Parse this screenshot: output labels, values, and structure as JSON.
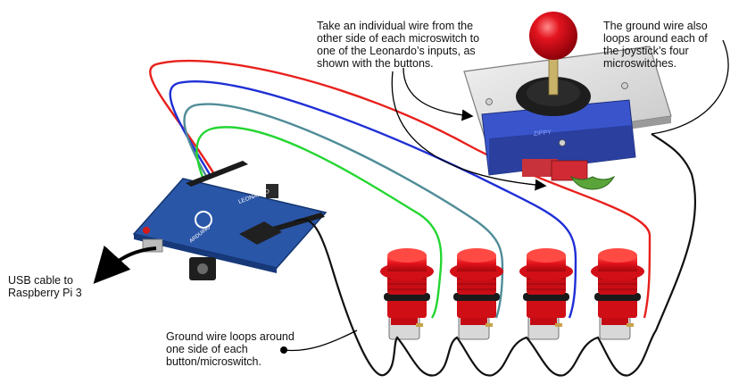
{
  "labels": {
    "wire_instruction": [
      "Take an individual wire from the",
      "other side of each microswitch to",
      "one of the Leonardo’s inputs, as",
      "shown with the buttons."
    ],
    "ground_joystick": [
      "The ground wire also",
      "loops around each of",
      "the joystick’s four",
      "microswitches."
    ],
    "usb_cable": [
      "USB cable to",
      "Raspberry Pi 3"
    ],
    "ground_buttons": [
      "Ground wire loops around",
      "one side of each",
      "button/microswitch."
    ]
  },
  "board": {
    "brand_text": "ARDUINO",
    "model_text": "LEONARDO"
  },
  "joystick": {
    "brand_text": "ZIPPY"
  },
  "colors": {
    "wire_red": "#e8201c",
    "wire_blue": "#1f2fd6",
    "wire_teal": "#4f8c98",
    "wire_green": "#24d632",
    "ground_wire": "#111111",
    "button_red": "#e3121b",
    "board_blue": "#2a56a8",
    "joystick_ball": "#d81222"
  },
  "buttons": {
    "count": 4
  }
}
